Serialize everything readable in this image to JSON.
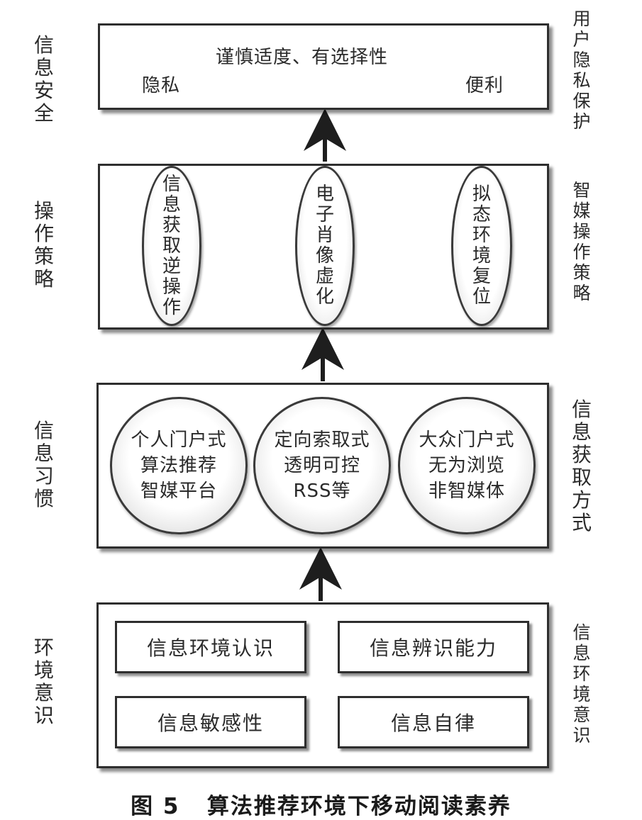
{
  "layers": {
    "security": {
      "left_label": "信息安全",
      "right_label": "用户隐私保护",
      "top_text": "谨慎适度、有选择性",
      "from": "隐私",
      "to": "便利"
    },
    "strategy": {
      "left_label": "操作策略",
      "right_label": "智媒操作策略",
      "steps": [
        "信息获取逆操作",
        "电子肖像虚化",
        "拟态环境复位"
      ]
    },
    "habit": {
      "left_label": "信息习惯",
      "right_label": "信息获取方式",
      "circles": [
        {
          "lines": [
            "个人门户式",
            "算法推荐",
            "智媒平台"
          ]
        },
        {
          "lines": [
            "定向索取式",
            "透明可控",
            "RSS等"
          ]
        },
        {
          "lines": [
            "大众门户式",
            "无为浏览",
            "非智媒体"
          ]
        }
      ]
    },
    "awareness": {
      "left_label": "环境意识",
      "right_label": "信息环境意识",
      "boxes": [
        "信息环境认识",
        "信息辨识能力",
        "信息敏感性",
        "信息自律"
      ]
    }
  },
  "caption": "图 5   算法推荐环境下移动阅读素养"
}
